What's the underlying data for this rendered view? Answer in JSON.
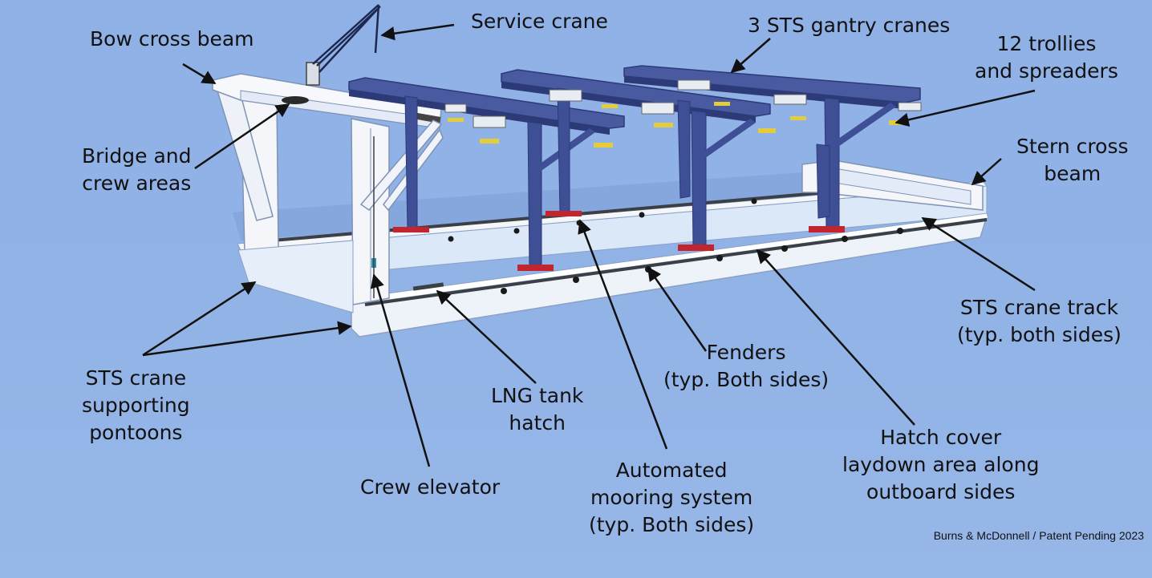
{
  "labels": {
    "service_crane": "Service crane",
    "gantry_cranes": "3 STS gantry cranes",
    "trollies": "12 trollies\nand spreaders",
    "bow_beam": "Bow cross beam",
    "bridge": "Bridge and\ncrew areas",
    "stern_beam": "Stern cross\nbeam",
    "crane_track": "STS crane track\n(typ. both sides)",
    "fenders": "Fenders\n(typ. Both sides)",
    "pontoons": "STS crane\nsupporting\npontoons",
    "lng_hatch": "LNG tank\nhatch",
    "hatch_cover": "Hatch cover\nlaydown area along\noutboard sides",
    "mooring": "Automated\nmooring system\n(typ. Both sides)",
    "elevator": "Crew elevator"
  },
  "credit": "Burns & McDonnell / Patent Pending 2023",
  "colors": {
    "background": "#92b3e6",
    "structure_white": "#f4f6fa",
    "pontoon_shade": "#d5e4f7",
    "gantry_blue": "#3f4f96",
    "gantry_dark": "#2c3a78",
    "track_dark": "#3b3f46",
    "spreader_yellow": "#e4cd3c",
    "line": "#111111"
  }
}
